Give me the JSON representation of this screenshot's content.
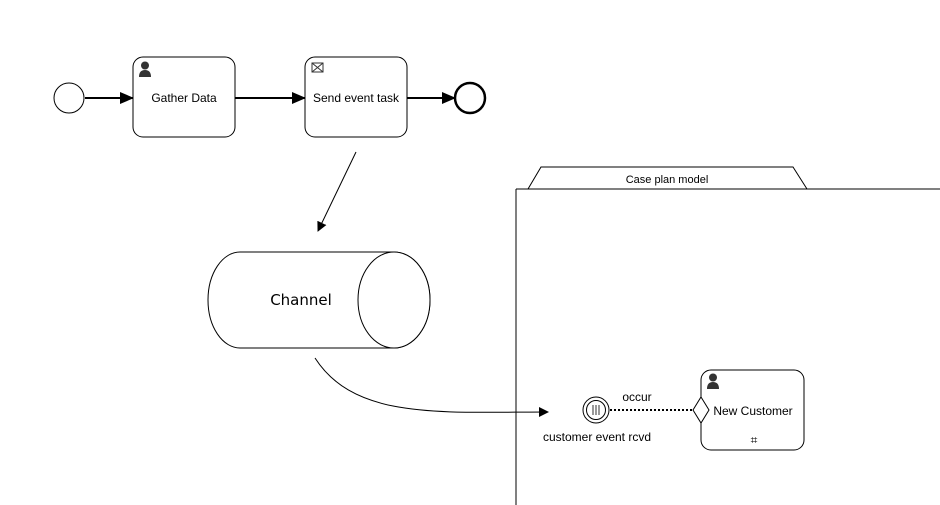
{
  "diagram": {
    "nodes": {
      "start_event": {
        "label": ""
      },
      "gather_data": {
        "label": "Gather Data",
        "icon": "user-icon"
      },
      "send_event_task": {
        "label": "Send event task",
        "icon": "envelope-icon"
      },
      "end_event": {
        "label": ""
      },
      "channel": {
        "label": "Channel"
      },
      "case_plan_model": {
        "label": "Case plan model"
      },
      "event_listener": {
        "label": "customer event rcvd",
        "icon": "event-listener-icon"
      },
      "new_customer": {
        "label": "New Customer",
        "icon": "user-icon",
        "marker": "⌗"
      }
    },
    "edges": {
      "sentry_connector": {
        "label": "occur"
      }
    }
  },
  "colors": {
    "stroke": "#000000",
    "fill": "#ffffff",
    "icon": "#333333"
  }
}
